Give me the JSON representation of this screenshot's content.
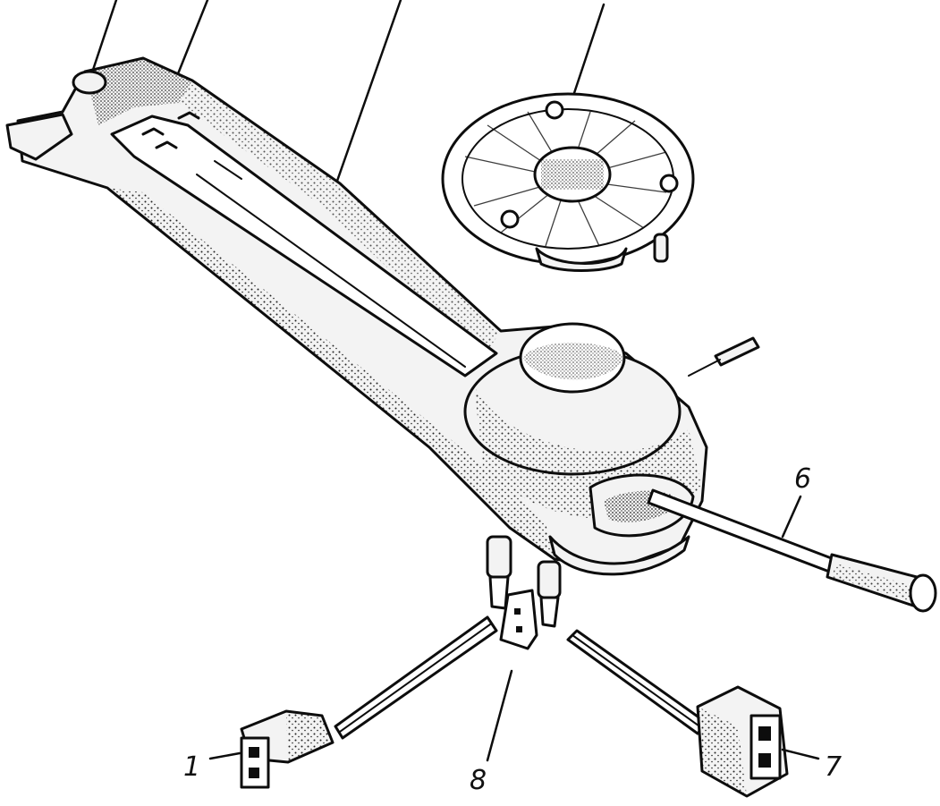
{
  "callouts": [
    {
      "id": "1",
      "text": "1"
    },
    {
      "id": "6",
      "text": "6"
    },
    {
      "id": "7",
      "text": "7"
    },
    {
      "id": "8",
      "text": "8"
    }
  ],
  "colors": {
    "ink": "#0d0d0d",
    "paper": "#ffffff",
    "shade": "#f3f3f3"
  }
}
